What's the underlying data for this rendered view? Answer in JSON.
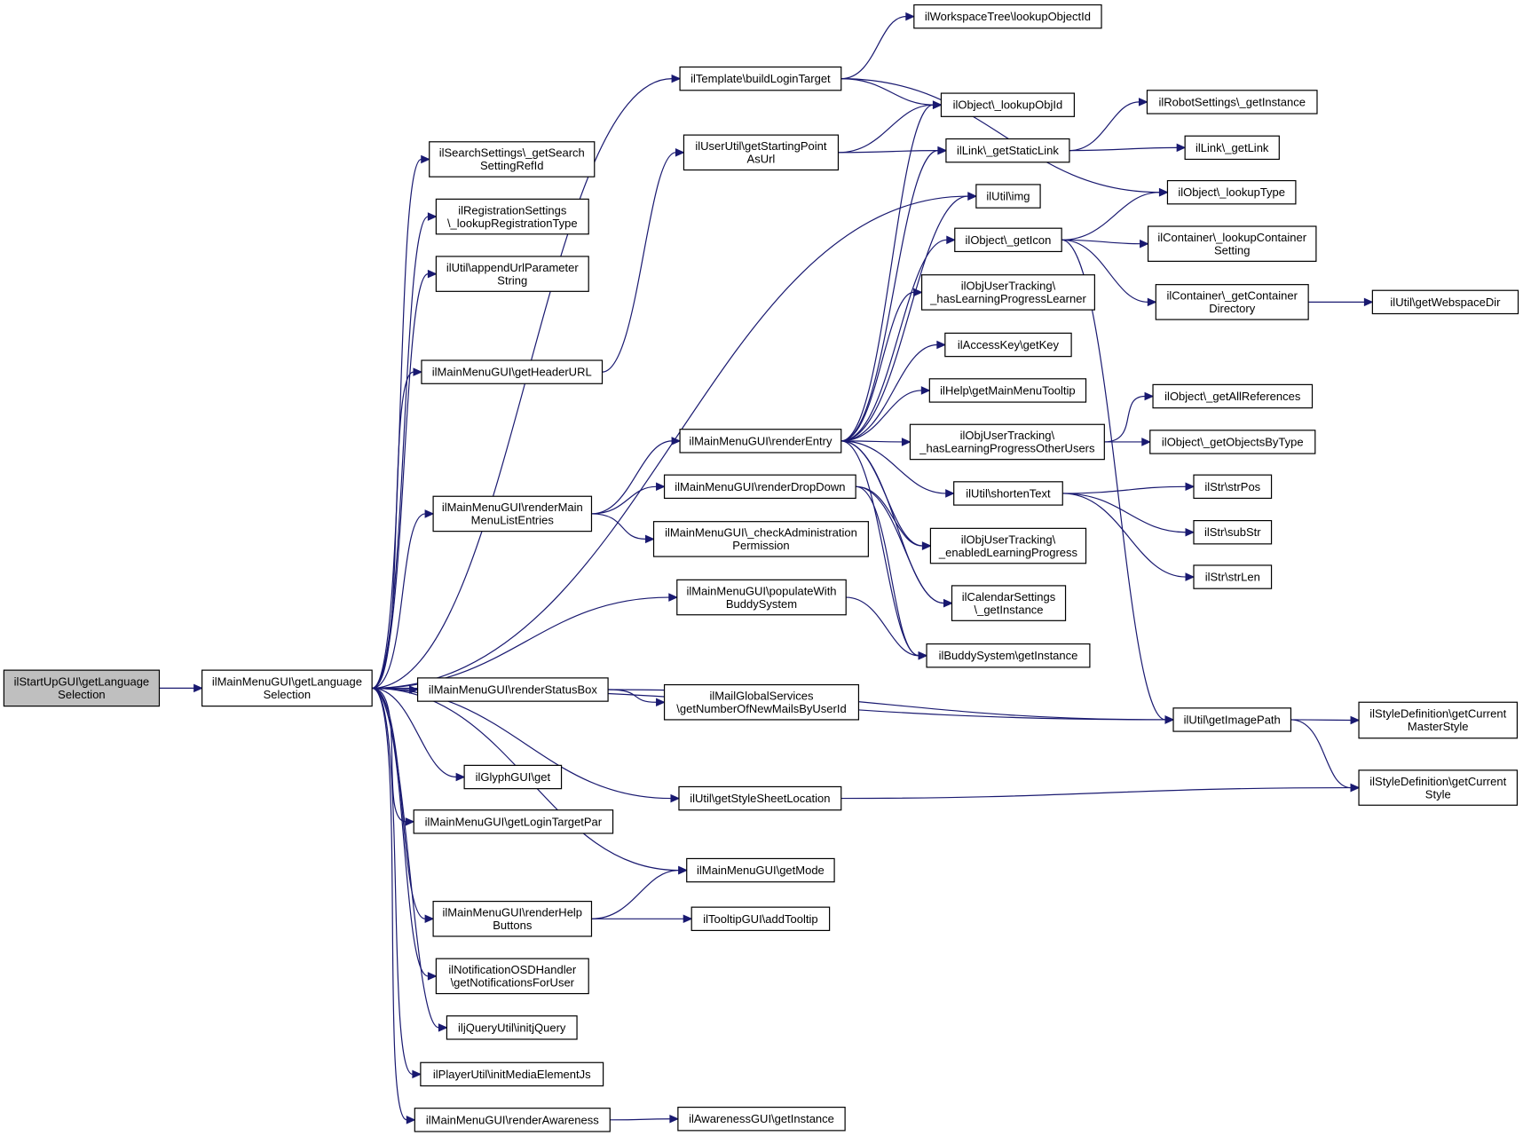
{
  "nodes": [
    {
      "id": "root",
      "lines": [
        "ilStartUpGUI\\getLanguage",
        "Selection"
      ],
      "highlighted": true
    },
    {
      "id": "getLanguageSelection",
      "lines": [
        "ilMainMenuGUI\\getLanguage",
        "Selection"
      ]
    },
    {
      "id": "searchRefId",
      "lines": [
        "ilSearchSettings\\_getSearch",
        "SettingRefId"
      ]
    },
    {
      "id": "regType",
      "lines": [
        "ilRegistrationSettings",
        "\\_lookupRegistrationType"
      ]
    },
    {
      "id": "appendUrl",
      "lines": [
        "ilUtil\\appendUrlParameter",
        "String"
      ]
    },
    {
      "id": "getHeaderURL",
      "lines": [
        "ilMainMenuGUI\\getHeaderURL"
      ]
    },
    {
      "id": "renderMainMenuList",
      "lines": [
        "ilMainMenuGUI\\renderMain",
        "MenuListEntries"
      ]
    },
    {
      "id": "populateBuddy",
      "lines": [
        "ilMainMenuGUI\\populateWith",
        "BuddySystem"
      ]
    },
    {
      "id": "renderStatusBox",
      "lines": [
        "ilMainMenuGUI\\renderStatusBox"
      ]
    },
    {
      "id": "glyphGet",
      "lines": [
        "ilGlyphGUI\\get"
      ]
    },
    {
      "id": "getLoginTargetPar",
      "lines": [
        "ilMainMenuGUI\\getLoginTargetPar"
      ]
    },
    {
      "id": "renderHelpButtons",
      "lines": [
        "ilMainMenuGUI\\renderHelp",
        "Buttons"
      ]
    },
    {
      "id": "notifications",
      "lines": [
        "ilNotificationOSDHandler",
        "\\getNotificationsForUser"
      ]
    },
    {
      "id": "initjQuery",
      "lines": [
        "iljQueryUtil\\initjQuery"
      ]
    },
    {
      "id": "initMediaElement",
      "lines": [
        "ilPlayerUtil\\initMediaElementJs"
      ]
    },
    {
      "id": "renderAwareness",
      "lines": [
        "ilMainMenuGUI\\renderAwareness"
      ]
    },
    {
      "id": "buildLoginTarget",
      "lines": [
        "ilTemplate\\buildLoginTarget"
      ]
    },
    {
      "id": "startingPoint",
      "lines": [
        "ilUserUtil\\getStartingPoint",
        "AsUrl"
      ]
    },
    {
      "id": "renderEntry",
      "lines": [
        "ilMainMenuGUI\\renderEntry"
      ]
    },
    {
      "id": "renderDropDown",
      "lines": [
        "ilMainMenuGUI\\renderDropDown"
      ]
    },
    {
      "id": "checkAdmin",
      "lines": [
        "ilMainMenuGUI\\_checkAdministration",
        "Permission"
      ]
    },
    {
      "id": "newMails",
      "lines": [
        "ilMailGlobalServices",
        "\\getNumberOfNewMailsByUserId"
      ]
    },
    {
      "id": "styleSheetLoc",
      "lines": [
        "ilUtil\\getStyleSheetLocation"
      ]
    },
    {
      "id": "getMode",
      "lines": [
        "ilMainMenuGUI\\getMode"
      ]
    },
    {
      "id": "addTooltip",
      "lines": [
        "ilTooltipGUI\\addTooltip"
      ]
    },
    {
      "id": "awarenessInstance",
      "lines": [
        "ilAwarenessGUI\\getInstance"
      ]
    },
    {
      "id": "lookupObjectId",
      "lines": [
        "ilWorkspaceTree\\lookupObjectId"
      ]
    },
    {
      "id": "lookupObjId",
      "lines": [
        "ilObject\\_lookupObjId"
      ]
    },
    {
      "id": "getStaticLink",
      "lines": [
        "ilLink\\_getStaticLink"
      ]
    },
    {
      "id": "utilImg",
      "lines": [
        "ilUtil\\img"
      ]
    },
    {
      "id": "getIcon",
      "lines": [
        "ilObject\\_getIcon"
      ]
    },
    {
      "id": "hasLPLearner",
      "lines": [
        "ilObjUserTracking\\",
        "_hasLearningProgressLearner"
      ]
    },
    {
      "id": "accessKey",
      "lines": [
        "ilAccessKey\\getKey"
      ]
    },
    {
      "id": "helpTooltip",
      "lines": [
        "ilHelp\\getMainMenuTooltip"
      ]
    },
    {
      "id": "hasLPOther",
      "lines": [
        "ilObjUserTracking\\",
        "_hasLearningProgressOtherUsers"
      ]
    },
    {
      "id": "shortenText",
      "lines": [
        "ilUtil\\shortenText"
      ]
    },
    {
      "id": "enabledLP",
      "lines": [
        "ilObjUserTracking\\",
        "_enabledLearningProgress"
      ]
    },
    {
      "id": "calendarInstance",
      "lines": [
        "ilCalendarSettings",
        "\\_getInstance"
      ]
    },
    {
      "id": "buddyInstance",
      "lines": [
        "ilBuddySystem\\getInstance"
      ]
    },
    {
      "id": "robotInstance",
      "lines": [
        "ilRobotSettings\\_getInstance"
      ]
    },
    {
      "id": "getLink",
      "lines": [
        "ilLink\\_getLink"
      ]
    },
    {
      "id": "lookupType",
      "lines": [
        "ilObject\\_lookupType"
      ]
    },
    {
      "id": "lookupContainerSetting",
      "lines": [
        "ilContainer\\_lookupContainer",
        "Setting"
      ]
    },
    {
      "id": "containerDir",
      "lines": [
        "ilContainer\\_getContainer",
        "Directory"
      ]
    },
    {
      "id": "webspaceDir",
      "lines": [
        "ilUtil\\getWebspaceDir"
      ]
    },
    {
      "id": "allReferences",
      "lines": [
        "ilObject\\_getAllReferences"
      ]
    },
    {
      "id": "objectsByType",
      "lines": [
        "ilObject\\_getObjectsByType"
      ]
    },
    {
      "id": "strPos",
      "lines": [
        "ilStr\\strPos"
      ]
    },
    {
      "id": "subStr",
      "lines": [
        "ilStr\\subStr"
      ]
    },
    {
      "id": "strLen",
      "lines": [
        "ilStr\\strLen"
      ]
    },
    {
      "id": "getImagePath",
      "lines": [
        "ilUtil\\getImagePath"
      ]
    },
    {
      "id": "currentMasterStyle",
      "lines": [
        "ilStyleDefinition\\getCurrent",
        "MasterStyle"
      ]
    },
    {
      "id": "currentStyle",
      "lines": [
        "ilStyleDefinition\\getCurrent",
        "Style"
      ]
    }
  ],
  "edges": [
    [
      "root",
      "getLanguageSelection"
    ],
    [
      "getLanguageSelection",
      "searchRefId"
    ],
    [
      "getLanguageSelection",
      "regType"
    ],
    [
      "getLanguageSelection",
      "appendUrl"
    ],
    [
      "getLanguageSelection",
      "getHeaderURL"
    ],
    [
      "getLanguageSelection",
      "renderMainMenuList"
    ],
    [
      "getLanguageSelection",
      "populateBuddy"
    ],
    [
      "getLanguageSelection",
      "renderStatusBox"
    ],
    [
      "getLanguageSelection",
      "glyphGet"
    ],
    [
      "getLanguageSelection",
      "getLoginTargetPar"
    ],
    [
      "getLanguageSelection",
      "renderHelpButtons"
    ],
    [
      "getLanguageSelection",
      "notifications"
    ],
    [
      "getLanguageSelection",
      "initjQuery"
    ],
    [
      "getLanguageSelection",
      "initMediaElement"
    ],
    [
      "getLanguageSelection",
      "renderAwareness"
    ],
    [
      "getLanguageSelection",
      "buildLoginTarget"
    ],
    [
      "getLanguageSelection",
      "utilImg"
    ],
    [
      "getLanguageSelection",
      "getImagePath"
    ],
    [
      "getLanguageSelection",
      "styleSheetLoc"
    ],
    [
      "getLanguageSelection",
      "getMode"
    ],
    [
      "getHeaderURL",
      "startingPoint"
    ],
    [
      "renderMainMenuList",
      "renderEntry"
    ],
    [
      "renderMainMenuList",
      "renderDropDown"
    ],
    [
      "renderMainMenuList",
      "checkAdmin"
    ],
    [
      "populateBuddy",
      "buddyInstance"
    ],
    [
      "renderStatusBox",
      "newMails"
    ],
    [
      "renderStatusBox",
      "getImagePath"
    ],
    [
      "renderHelpButtons",
      "getMode"
    ],
    [
      "renderHelpButtons",
      "addTooltip"
    ],
    [
      "renderAwareness",
      "awarenessInstance"
    ],
    [
      "buildLoginTarget",
      "lookupObjectId"
    ],
    [
      "buildLoginTarget",
      "lookupObjId"
    ],
    [
      "buildLoginTarget",
      "lookupType"
    ],
    [
      "startingPoint",
      "lookupObjId"
    ],
    [
      "startingPoint",
      "getStaticLink"
    ],
    [
      "renderEntry",
      "lookupObjId"
    ],
    [
      "renderEntry",
      "getStaticLink"
    ],
    [
      "renderEntry",
      "utilImg"
    ],
    [
      "renderEntry",
      "getIcon"
    ],
    [
      "renderEntry",
      "hasLPLearner"
    ],
    [
      "renderEntry",
      "accessKey"
    ],
    [
      "renderEntry",
      "helpTooltip"
    ],
    [
      "renderEntry",
      "hasLPOther"
    ],
    [
      "renderEntry",
      "shortenText"
    ],
    [
      "renderEntry",
      "enabledLP"
    ],
    [
      "renderEntry",
      "calendarInstance"
    ],
    [
      "renderEntry",
      "buddyInstance"
    ],
    [
      "renderDropDown",
      "enabledLP"
    ],
    [
      "renderDropDown",
      "calendarInstance"
    ],
    [
      "renderDropDown",
      "buddyInstance"
    ],
    [
      "getStaticLink",
      "robotInstance"
    ],
    [
      "getStaticLink",
      "getLink"
    ],
    [
      "getIcon",
      "lookupType"
    ],
    [
      "getIcon",
      "lookupContainerSetting"
    ],
    [
      "getIcon",
      "containerDir"
    ],
    [
      "getIcon",
      "getImagePath"
    ],
    [
      "containerDir",
      "webspaceDir"
    ],
    [
      "hasLPOther",
      "allReferences"
    ],
    [
      "hasLPOther",
      "objectsByType"
    ],
    [
      "shortenText",
      "strPos"
    ],
    [
      "shortenText",
      "subStr"
    ],
    [
      "shortenText",
      "strLen"
    ],
    [
      "getImagePath",
      "currentMasterStyle"
    ],
    [
      "getImagePath",
      "currentStyle"
    ],
    [
      "styleSheetLoc",
      "currentStyle"
    ]
  ],
  "colors": {
    "edge": "#191970",
    "node_fill": "#ffffff",
    "node_highlight_fill": "#bfbfbf",
    "node_border": "#000000"
  }
}
